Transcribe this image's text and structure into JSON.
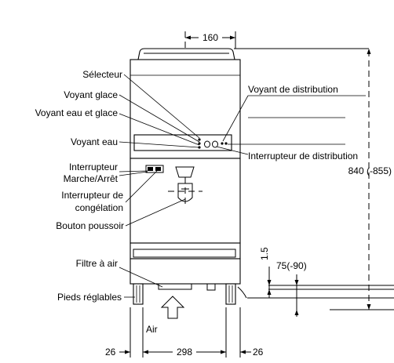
{
  "labels": {
    "selecteur": "Sélecteur",
    "voyant_glace": "Voyant glace",
    "voyant_eau_glace": "Voyant eau et glace",
    "voyant_eau": "Voyant eau",
    "interrupteur_line1": "Interrupteur",
    "interrupteur_line2": "Marche/Arrêt",
    "congelation_line1": "Interrupteur de",
    "congelation_line2": "congélation",
    "bouton_poussoir": "Bouton poussoir",
    "filtre_air": "Filtre à air",
    "pieds_reglables": "Pieds réglables",
    "voyant_distribution": "Voyant de distribution",
    "interrupteur_distribution": "Interrupteur de distribution",
    "air": "Air"
  },
  "dimensions": {
    "top_offset": "160",
    "height": "840 (-855)",
    "gap": "1.5",
    "leg": "75(-90)",
    "left_margin": "26",
    "base_width": "298",
    "right_margin": "26"
  }
}
